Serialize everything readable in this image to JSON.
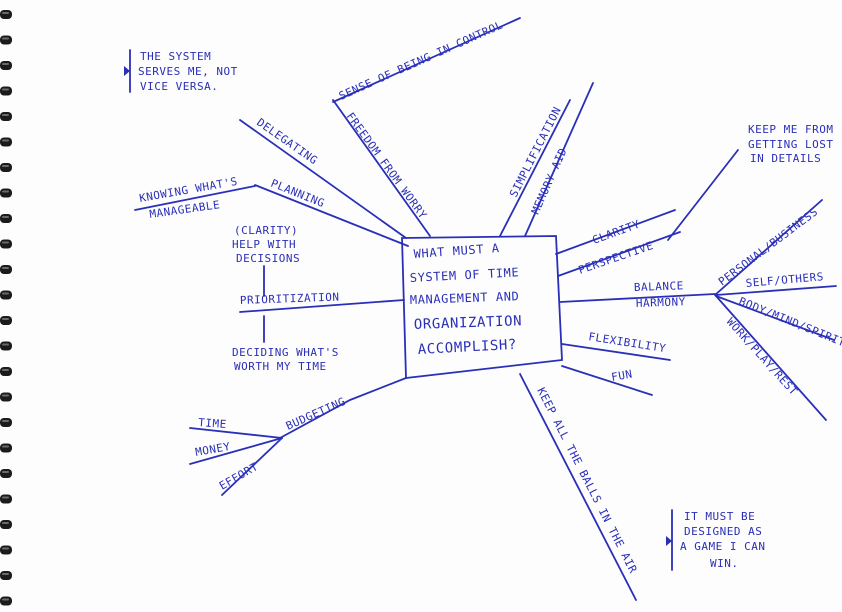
{
  "center_lines": [
    "WHAT MUST A",
    "SYSTEM OF TIME",
    "MANAGEMENT AND",
    "ORGANIZATION",
    "ACCOMPLISH?"
  ],
  "labels": {
    "sense_of_control": "SENSE OF BEING IN CONTROL",
    "freedom_from_worry": "FREEDOM FROM WORRY",
    "delegating": "DELEGATING",
    "planning": "PLANNING",
    "knowing_manageable_1": "KNOWING WHAT'S",
    "knowing_manageable_2": "MANAGEABLE",
    "simplification": "SIMPLIFICATION",
    "memory_aid": "MEMORY AID",
    "clarity": "CLARITY",
    "perspective": "PERSPECTIVE",
    "lost_details_1": "KEEP ME FROM",
    "lost_details_2": "GETTING LOST",
    "lost_details_3": "IN DETAILS",
    "balance": "BALANCE",
    "harmony": "HARMONY",
    "personal_business": "PERSONAL/BUSINESS",
    "self_others": "SELF/OTHERS",
    "body_mind_spirit": "BODY/MIND/SPIRIT",
    "work_play_rest": "WORK/PLAY/REST",
    "flexibility": "FLEXIBILITY",
    "fun": "FUN",
    "keep_balls": "KEEP ALL THE BALLS IN THE AIR",
    "prioritization": "PRIORITIZATION",
    "clarity_paren": "(CLARITY)",
    "help_with": "HELP WITH",
    "decisions": "DECISIONS",
    "deciding_1": "DECIDING WHAT'S",
    "deciding_2": "WORTH MY TIME",
    "budgeting": "BUDGETING",
    "time": "TIME",
    "money": "MONEY",
    "effort": "EFFORT"
  },
  "notes": {
    "top_left": [
      "THE SYSTEM",
      "SERVES ME, NOT",
      "VICE VERSA."
    ],
    "bottom_right": [
      "IT MUST BE",
      "DESIGNED AS",
      "A GAME I CAN",
      "WIN."
    ]
  },
  "colors": {
    "ink": "#2a2fb8",
    "paper": "#fdfdfd",
    "binding": "#1b1b1b"
  }
}
